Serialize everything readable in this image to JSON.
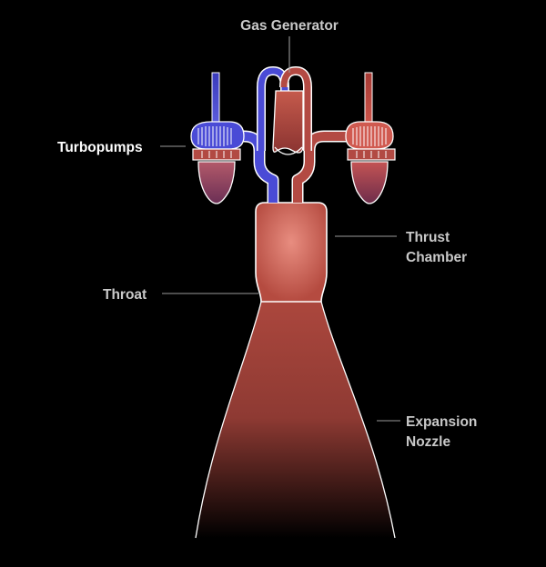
{
  "labels": {
    "gas_generator": "Gas Generator",
    "turbopumps": "Turbopumps",
    "thrust_chamber_line1": "Thrust",
    "thrust_chamber_line2": "Chamber",
    "throat": "Throat",
    "expansion_nozzle_line1": "Expansion",
    "expansion_nozzle_line2": "Nozzle"
  },
  "colors": {
    "background": "#000000",
    "oxidizer_blue": "#4a4bd6",
    "fuel_red": "#c2453d",
    "hot_gas": "#b0473c",
    "outline": "#ffffff",
    "leader_line": "#9a9a9a"
  }
}
